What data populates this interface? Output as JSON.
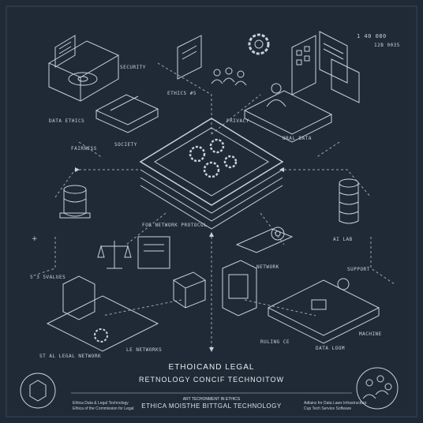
{
  "corner": {
    "top": "1 40 080",
    "sub": "12B 0035"
  },
  "labels": {
    "security": "SECURITY",
    "ethics": "ETHICS #5",
    "privacy": "PRIVACY",
    "data_ethics": "DATA ETHICS",
    "oral_data": "ORAL DATA",
    "fairness": "FAIRNESS",
    "society": "SOCIETY",
    "network_protocol": "FOR NETWORK PROTOCOL",
    "ai_lab": "AI LAB",
    "network": "NETWORK",
    "support": "SUPPORT",
    "values": "5 3 5VALUES",
    "legal_network": "ST AL LEGAL NETWORK",
    "le_networks": "LE NETWORKS",
    "ruling": "RULING CE",
    "data_loom": "DATA LOOM",
    "machine": "MACHINE"
  },
  "title": {
    "line1": "ETHOICAND LEGAL",
    "line2": "RETNOLOGY CONCIF TECHNOITOW"
  },
  "footer": {
    "left_1": "Ethica Data & Legal Technology",
    "left_2": "Ethica of the Commission for Legal",
    "center_small": "ART TECHONMENT IN ETHICS",
    "center_big": "ETHICA MOISTHE BITTGAL TECHNOLOGY",
    "right_1": "Adlainz for Data Laws Infrastructure",
    "right_2": "Cup Tech Service Software"
  },
  "colors": {
    "background": "#1f2a36",
    "line": "#c9d1d9"
  },
  "icons": [
    "laptop-icon",
    "monitor-icon",
    "gear-icon",
    "people-icon",
    "dashboard-icon",
    "person-desk-icon",
    "central-chip-icon",
    "database-icon",
    "server-icon",
    "scales-icon",
    "document-icon",
    "camera-icon",
    "robot-icon",
    "crowd-icon"
  ]
}
